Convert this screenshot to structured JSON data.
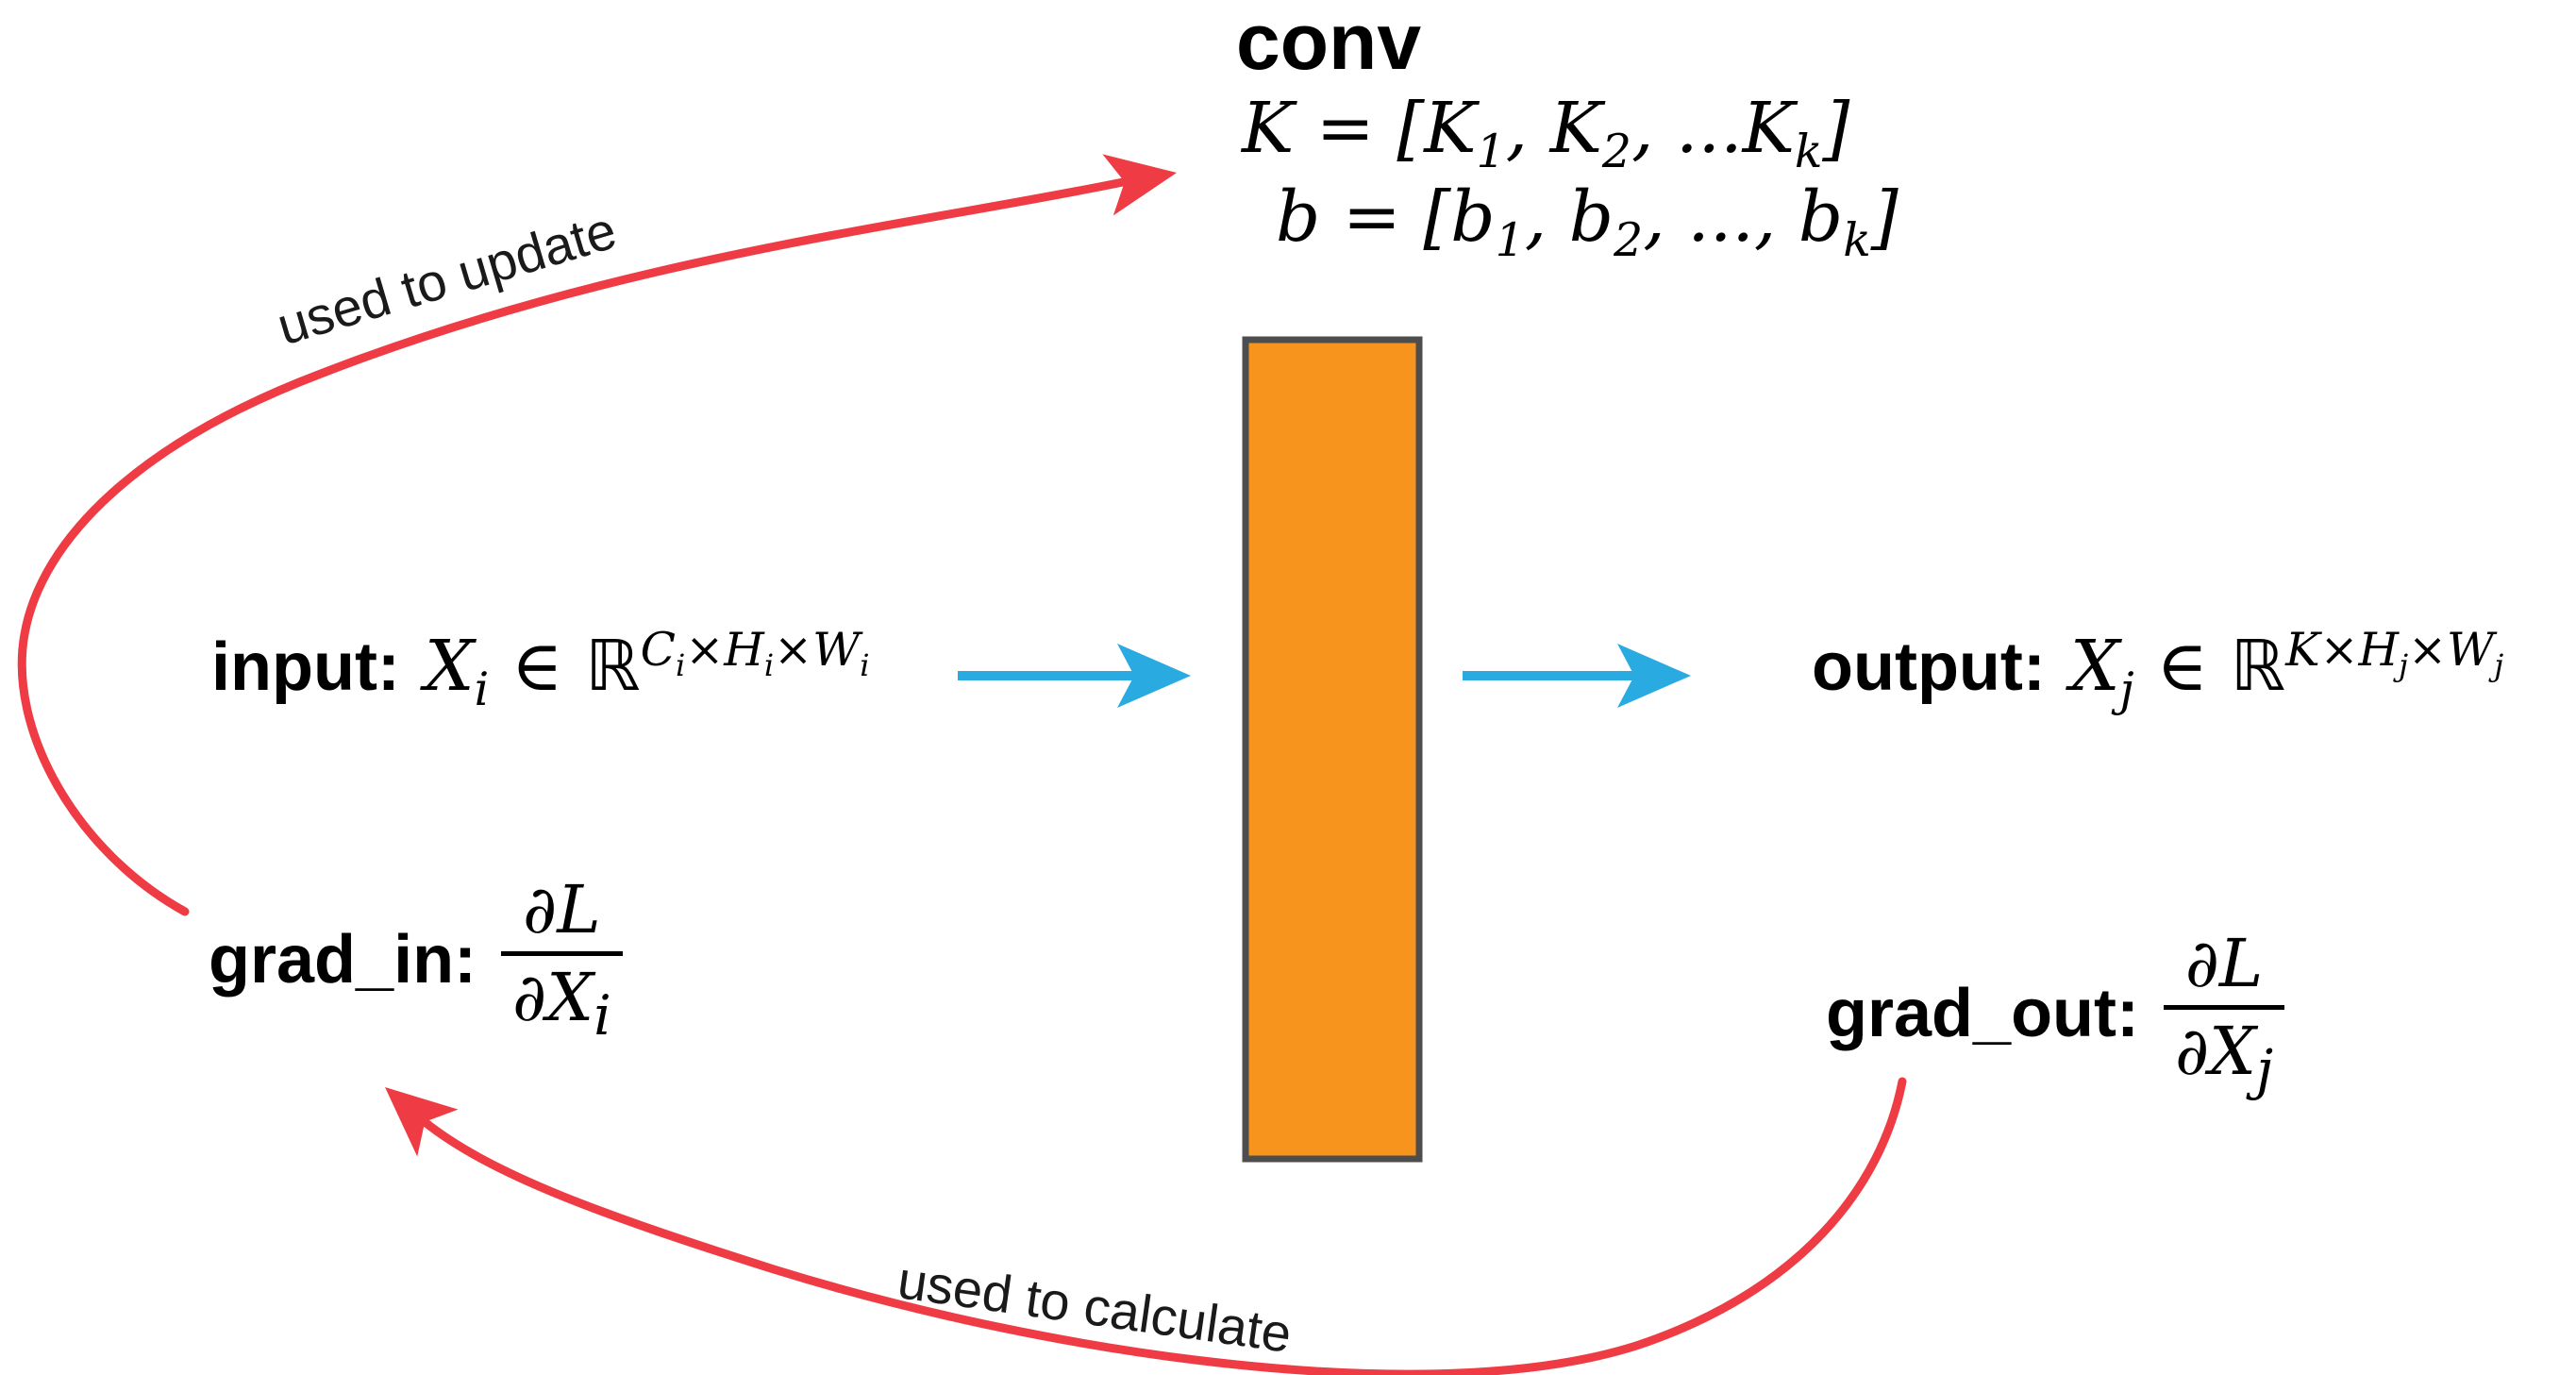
{
  "diagram": {
    "conv": {
      "title": "conv",
      "kernel_eq": "K = [K_{1}, K_{2}, ...K_{k}]",
      "bias_eq": "b = [b_{1}, b_{2}, ..., b_{k}]"
    },
    "input": {
      "label": "input:",
      "math": "X_{i} ∈ ℝ^{C_{i}×H_{i}×W_{i}}"
    },
    "output": {
      "label": "output:",
      "math": "X_{j} ∈ ℝ^{K×H_{j}×W_{j}}"
    },
    "grad_in": {
      "label": "grad_in:",
      "frac_num": "∂L",
      "frac_den": "∂X_{i}"
    },
    "grad_out": {
      "label": "grad_out:",
      "frac_num": "∂L",
      "frac_den": "∂X_{j}"
    },
    "arrows": {
      "update_label": "used to update",
      "calculate_label": "used to calculate"
    }
  },
  "colors": {
    "red": "#ee3b44",
    "blue": "#29abe2",
    "orange": "#f7941e",
    "box_border": "#4d4d4d",
    "text": "#000000"
  }
}
